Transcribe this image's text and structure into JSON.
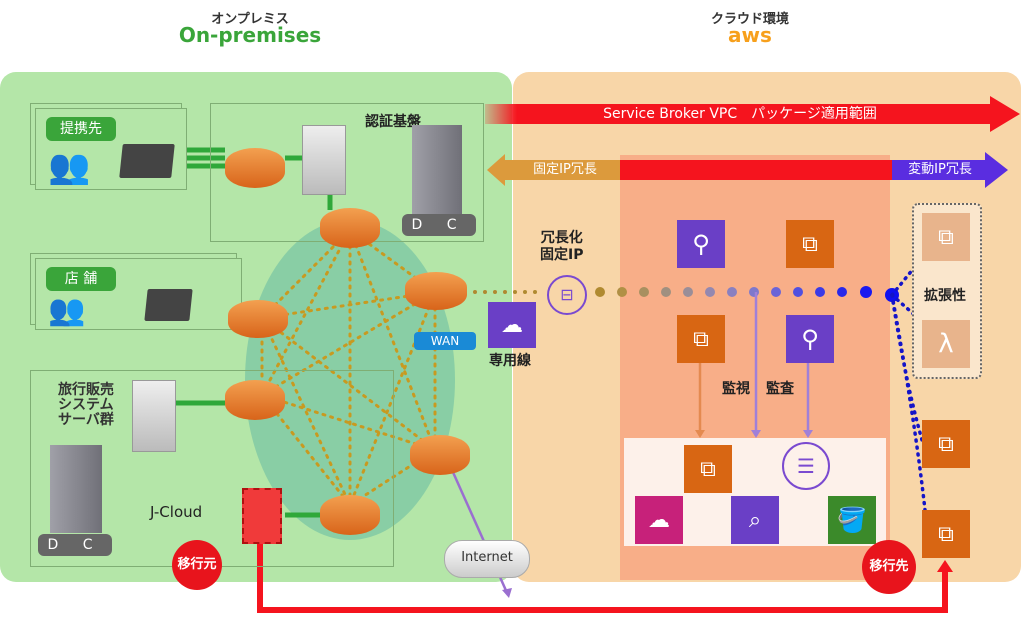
{
  "headers": {
    "onprem_jp": "オンプレミス",
    "onprem_en": "On-premises",
    "cloud_jp": "クラウド環境",
    "cloud_en": "aws"
  },
  "colors": {
    "onprem_green": "#3aa53a",
    "aws_orange": "#f7a01c",
    "arrow_red": "#f5141e",
    "fixed_ip_orange": "#dc9a3c",
    "variable_ip_purple": "#5a2de0"
  },
  "arrows": {
    "service_broker": "Service Broker VPC　パッケージ適用範囲",
    "fixed_ip": "固定IP冗長",
    "variable_ip": "変動IP冗長"
  },
  "onprem": {
    "partner_label": "提携先",
    "store_label": "店 舗",
    "auth_label": "認証基盤",
    "dc_label_top": "D C",
    "travel_label_lines": [
      "旅行販売",
      "システム",
      "サーバ群"
    ],
    "dc_label_bottom": "D C",
    "jcloud_label": "J-Cloud",
    "source_badge": "移行元",
    "wan_label": "WAN",
    "internet_label": "Internet"
  },
  "aws": {
    "redundant_ip_lines": [
      "冗長化",
      "固定IP"
    ],
    "dedicated_line_label": "専用線",
    "monitor_label": "監視",
    "audit_label": "監査",
    "scalability_label": "拡張性",
    "target_badge": "移行先",
    "icons": [
      "network-load-balancer",
      "ec2",
      "ec2",
      "network-load-balancer",
      "ec2",
      "kinesis-firehose",
      "cloud-database",
      "athena",
      "s3-bucket",
      "ec2-autoscale",
      "lambda",
      "ec2",
      "ec2"
    ]
  }
}
